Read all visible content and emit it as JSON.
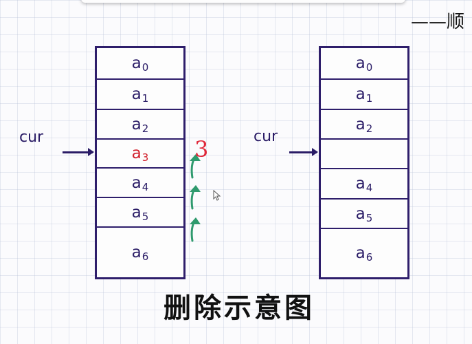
{
  "corner_text": "——顺",
  "left_stack": {
    "pointer_label": "cur",
    "cells": [
      {
        "base": "a",
        "sub": "0",
        "highlight": false
      },
      {
        "base": "a",
        "sub": "1",
        "highlight": false
      },
      {
        "base": "a",
        "sub": "2",
        "highlight": false
      },
      {
        "base": "a",
        "sub": "3",
        "highlight": true
      },
      {
        "base": "a",
        "sub": "4",
        "highlight": false
      },
      {
        "base": "a",
        "sub": "5",
        "highlight": false
      },
      {
        "base": "a",
        "sub": "6",
        "highlight": false
      }
    ]
  },
  "right_stack": {
    "pointer_label": "cur",
    "cells": [
      {
        "base": "a",
        "sub": "0"
      },
      {
        "base": "a",
        "sub": "1"
      },
      {
        "base": "a",
        "sub": "2"
      },
      {
        "base": "",
        "sub": ""
      },
      {
        "base": "a",
        "sub": "4"
      },
      {
        "base": "a",
        "sub": "5"
      },
      {
        "base": "a",
        "sub": "6"
      }
    ]
  },
  "step_mark": "3",
  "caption": "删除示意图",
  "colors": {
    "ink": "#2a1c66",
    "border": "#2e1e6b",
    "highlight": "#d11e2b",
    "shift_arrow": "#2f9a6e"
  }
}
